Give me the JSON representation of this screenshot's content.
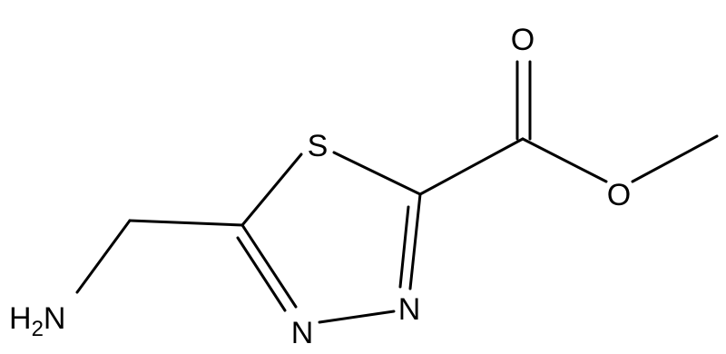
{
  "molecule": {
    "atoms": {
      "sulfur": "S",
      "oxygen_carbonyl": "O",
      "oxygen_ester": "O",
      "nitrogen_3": "N",
      "nitrogen_4": "N",
      "amine": "H2N"
    },
    "amine_parts": {
      "h": "H",
      "sub": "2",
      "n": "N"
    }
  }
}
